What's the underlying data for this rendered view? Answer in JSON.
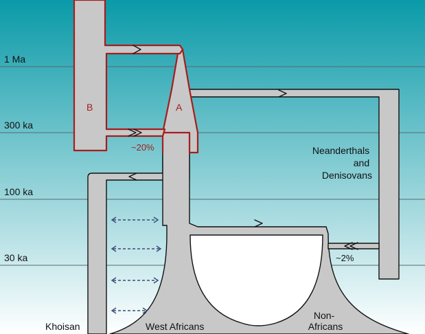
{
  "time_axis": {
    "labels": [
      "1 Ma",
      "300 ka",
      "100 ka",
      "30 ka"
    ]
  },
  "populations": {
    "a": "A",
    "b": "B",
    "khoisan": "Khoisan",
    "west_africans": "West Africans",
    "non_africans": "Non-Africans",
    "neanderthals": "Neanderthals and Denisovans"
  },
  "admixture": {
    "b_to_a": "~20%",
    "nd_to_nonafricans": "~2%"
  },
  "colors": {
    "bg_top": "#0a9aa8",
    "bg_bottom": "#ffffff",
    "population_fill": "#c8c8c8",
    "highlight": "#a51d1d",
    "outline": "#111111",
    "gene_flow": "#3b4a78"
  }
}
